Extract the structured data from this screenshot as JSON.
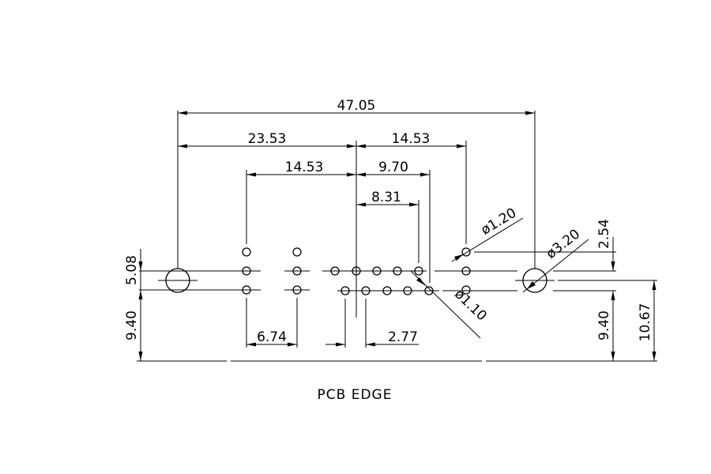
{
  "drawing": {
    "label_pcb_edge": "PCB EDGE",
    "dim_overall_width": "47.05",
    "dim_left_to_center": "23.53",
    "dim_center_to_right_col": "14.53",
    "dim_left_col_to_center": "14.53",
    "dim_center_to_inner_right": "9.70",
    "dim_center_to_row_end": "8.31",
    "dim_left_col_spacing": "6.74",
    "dim_row_offset": "2.77",
    "dim_left_hole_height": "5.08",
    "dim_left_edge_height": "9.40",
    "dim_right_row_pitch": "2.54",
    "dim_right_edge_height": "9.40",
    "dim_right_total_height": "10.67",
    "dia_small_pin": "ø1.20",
    "dia_mount_hole": "ø3.20",
    "dia_signal_pin": "ø1.10"
  }
}
